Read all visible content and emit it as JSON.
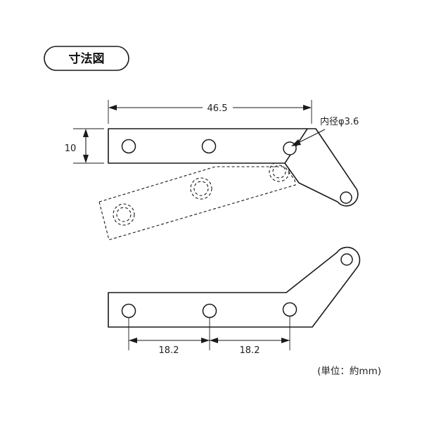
{
  "title": "寸法図",
  "dimensions": {
    "length": "46.5",
    "width": "10",
    "hole_diameter": "内径φ3.6",
    "pitch_1": "18.2",
    "pitch_2": "18.2"
  },
  "unit_note": "(単位：約mm)"
}
